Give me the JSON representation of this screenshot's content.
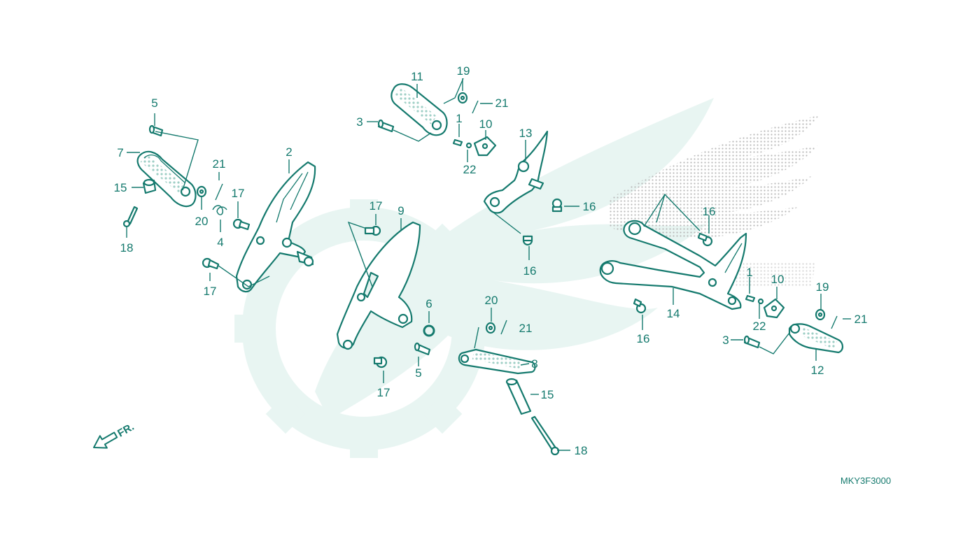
{
  "diagram": {
    "code": "MKY3F3000",
    "front_marker": "FR.",
    "colors": {
      "line": "#157a6e",
      "watermark": "#e8f5f2",
      "tread": "#b8dcd5"
    },
    "callouts": [
      "1",
      "1",
      "2",
      "3",
      "3",
      "4",
      "5",
      "5",
      "6",
      "7",
      "8",
      "9",
      "10",
      "10",
      "11",
      "12",
      "13",
      "14",
      "15",
      "15",
      "16",
      "16",
      "16",
      "16",
      "17",
      "17",
      "17",
      "17",
      "18",
      "18",
      "19",
      "19",
      "20",
      "20",
      "21",
      "21",
      "21",
      "21",
      "22",
      "22"
    ]
  }
}
